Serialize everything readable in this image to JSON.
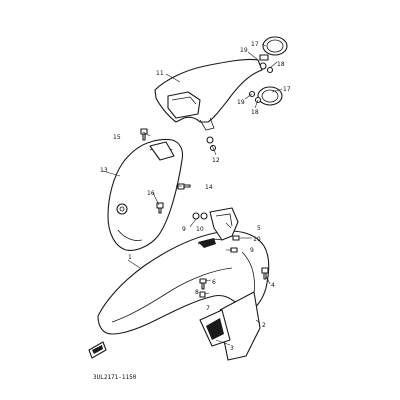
{
  "diagram_code": "3UL2171-1150",
  "callouts": {
    "c1": "1",
    "c2": "2",
    "c3": "3",
    "c4": "4",
    "c5": "5",
    "c6": "6",
    "c7": "7",
    "c8": "8",
    "c9a": "9",
    "c9b": "9",
    "c10": "10",
    "c11": "11",
    "c12": "12",
    "c13": "13",
    "c14": "14",
    "c15": "15",
    "c16": "16",
    "c17a": "17",
    "c17b": "17",
    "c18a": "18",
    "c18b": "18",
    "c19a": "19",
    "c19b": "19"
  },
  "colors": {
    "ink": "#1a1a1a",
    "paper": "#ffffff"
  }
}
